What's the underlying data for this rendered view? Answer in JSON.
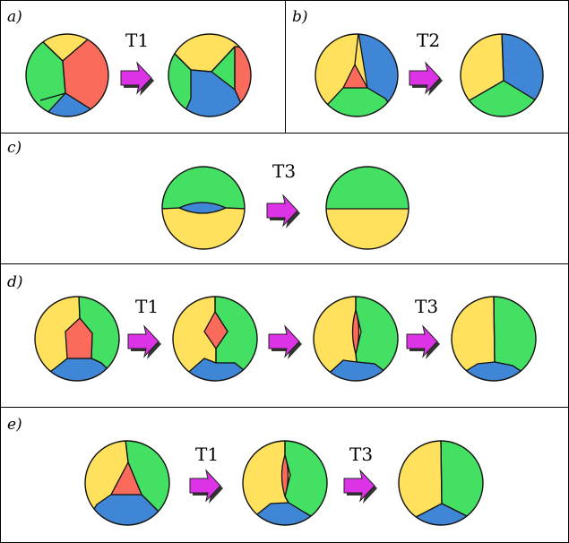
{
  "colors": {
    "green": "#44e063",
    "yellow": "#ffe15d",
    "red": "#fb6b5b",
    "blue": "#3f87d6",
    "arrow": "#dd33e6",
    "arrow_shadow": "#333333"
  },
  "panels": {
    "a": {
      "label": "a)",
      "transitions": [
        "T1"
      ]
    },
    "b": {
      "label": "b)",
      "transitions": [
        "T2"
      ]
    },
    "c": {
      "label": "c)",
      "transitions": [
        "T3"
      ]
    },
    "d": {
      "label": "d)",
      "transitions": [
        "T1",
        "",
        "T3"
      ]
    },
    "e": {
      "label": "e)",
      "transitions": [
        "T1",
        "T3"
      ]
    }
  }
}
